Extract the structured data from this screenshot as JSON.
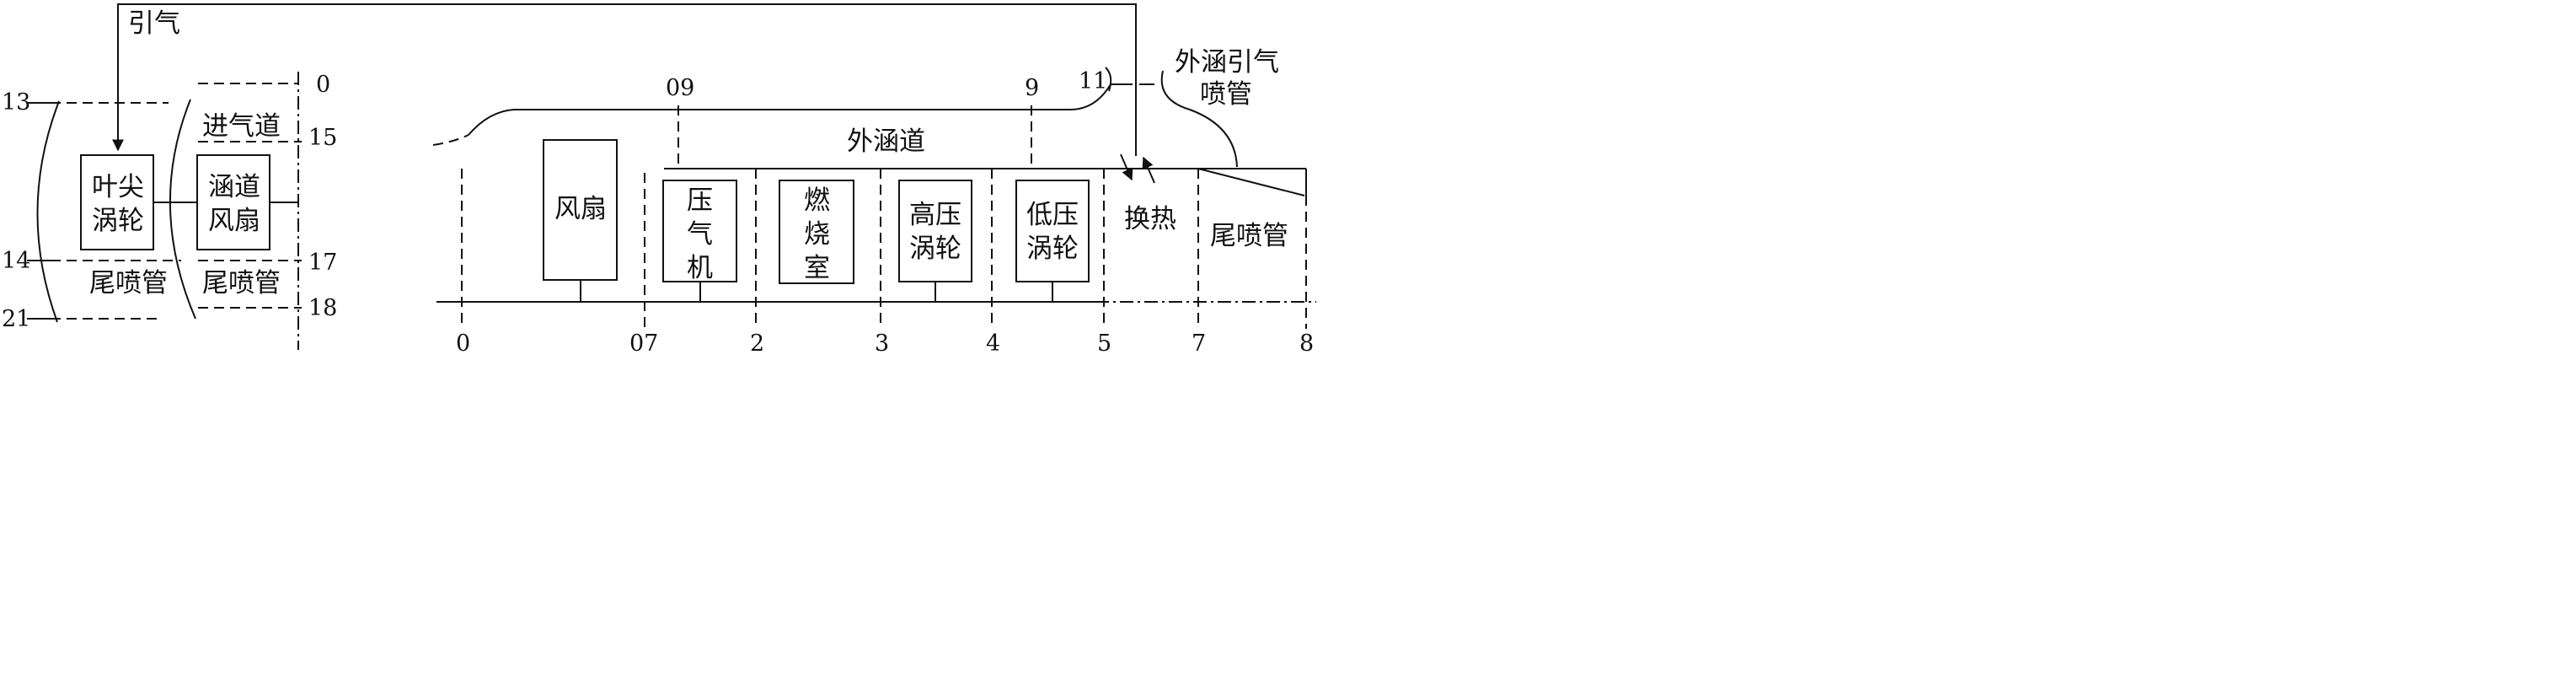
{
  "left_system": {
    "bleed_label": "引气",
    "stations": {
      "s13": "13",
      "s14": "14",
      "s21": "21",
      "s0": "0",
      "s15": "15",
      "s17": "17",
      "s18": "18"
    },
    "tip_turbine": [
      "叶尖",
      "涡轮"
    ],
    "ducted_fan": [
      "涵道",
      "风扇"
    ],
    "inlet_duct": "进气道",
    "nozzle_left": "尾喷管",
    "nozzle_right": "尾喷管"
  },
  "engine": {
    "stations_top": {
      "s09": "09",
      "s9": "9",
      "s11": "11"
    },
    "stations_bottom": [
      "0",
      "07",
      "2",
      "3",
      "4",
      "5",
      "7",
      "8"
    ],
    "bypass_duct": "外涵道",
    "bypass_bleed_nozzle": [
      "外涵引气",
      "喷管"
    ],
    "fan": "风扇",
    "compressor": [
      "压",
      "气",
      "机"
    ],
    "combustor": [
      "燃",
      "烧",
      "室"
    ],
    "hp_turbine": [
      "高压",
      "涡轮"
    ],
    "lp_turbine": [
      "低压",
      "涡轮"
    ],
    "heat_exchange": "换热",
    "nozzle": "尾喷管"
  }
}
